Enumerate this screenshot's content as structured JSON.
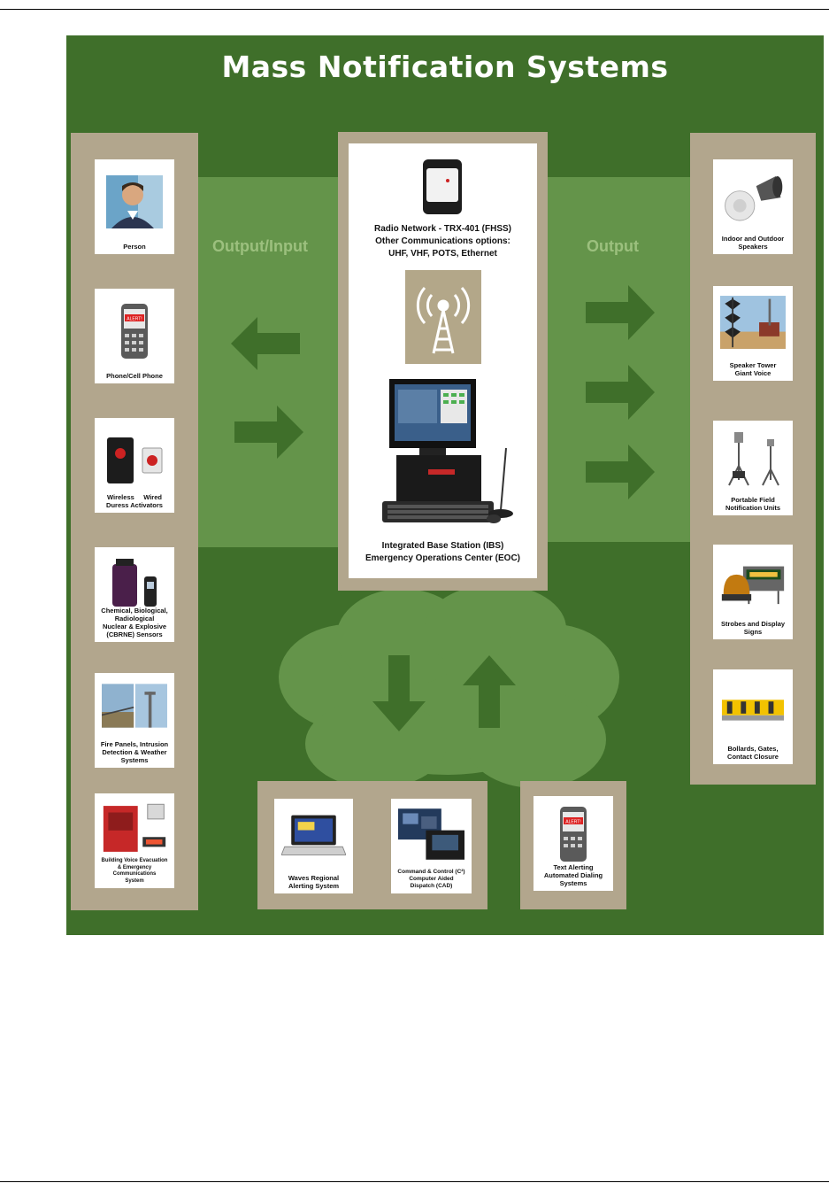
{
  "title": "Mass Notification Systems",
  "labels": {
    "output_input": "Output/Input",
    "output": "Output"
  },
  "center": {
    "radio_line1": "Radio Network - TRX-401 (FHSS)",
    "radio_line2": "Other Communications options:",
    "radio_line3": "UHF, VHF, POTS, Ethernet",
    "station_line1": "Integrated Base Station (IBS)",
    "station_line2": "Emergency Operations Center (EOC)"
  },
  "left_items": [
    {
      "caption": "Person"
    },
    {
      "caption": "Phone/Cell Phone"
    },
    {
      "caption": "Wireless     Wired\nDuress Activators"
    },
    {
      "caption": "Chemical, Biological,\nRadiological\nNuclear & Explosive\n(CBRNE) Sensors"
    },
    {
      "caption": "Fire Panels, Intrusion\nDetection & Weather\nSystems"
    },
    {
      "caption": "Building Voice Evacuation\n& Emergency\nCommunications\nSystem"
    }
  ],
  "right_items": [
    {
      "caption": "Indoor and Outdoor\nSpeakers"
    },
    {
      "caption": "Speaker Tower\nGiant Voice"
    },
    {
      "caption": "Portable Field\nNotification Units"
    },
    {
      "caption": "Strobes and Display\nSigns"
    },
    {
      "caption": "Bollards, Gates,\nContact Closure"
    }
  ],
  "bottom_items": [
    {
      "caption": "Waves Regional\nAlerting System"
    },
    {
      "caption": "Command & Control (C²)\nComputer Aided\nDispatch (CAD)"
    },
    {
      "caption": "Text Alerting\nAutomated Dialing\nSystems"
    }
  ],
  "phone_screen_text": "ALERT!",
  "colors": {
    "background_green": "#3f6f2a",
    "band_green": "#64944a",
    "panel_tan": "#b2a68d",
    "arrow_green": "#3f6f2a",
    "label_green": "#9cc07e"
  }
}
